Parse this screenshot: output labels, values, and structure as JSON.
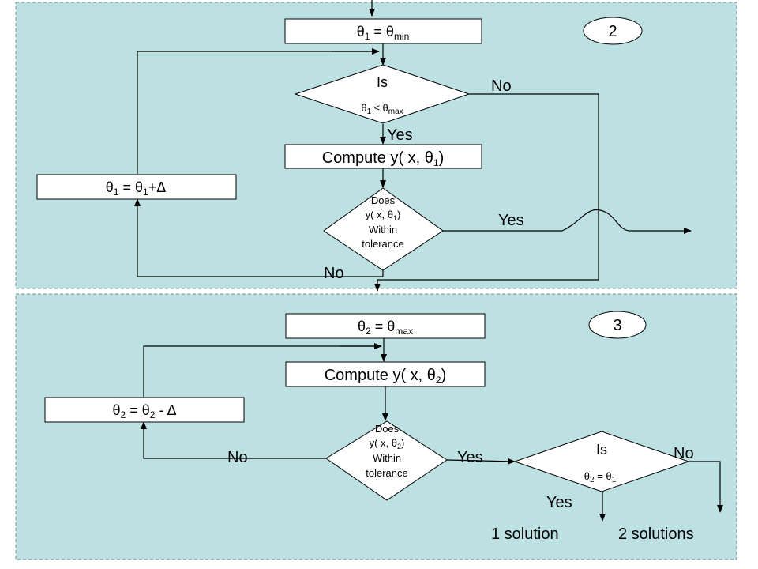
{
  "sections": [
    {
      "label": "2"
    },
    {
      "label": "3"
    }
  ],
  "section2": {
    "init": {
      "sym": "θ",
      "sub": "1",
      "op": " = ",
      "sym2": "θ",
      "sub2": "min"
    },
    "decision_is": {
      "line1": "Is",
      "sym": "θ",
      "sub": "1",
      "op": " ≤ ",
      "sym2": "θ",
      "sub2": "max"
    },
    "is_no": "No",
    "is_yes": "Yes",
    "compute": {
      "prefix": "Compute y( x, ",
      "sym": "θ",
      "sub": "1",
      "suffix": ")"
    },
    "increment": {
      "sym": "θ",
      "sub": "1",
      "op": " = ",
      "sym2": "θ",
      "sub2": "1",
      "suffix": "+Δ"
    },
    "tolerance": {
      "line1": "Does",
      "line2_prefix": "y( x, ",
      "sym": "θ",
      "sub": "1",
      "line2_suffix": ")",
      "line3": "Within",
      "line4": "tolerance"
    },
    "tol_yes": "Yes",
    "tol_no": "No"
  },
  "section3": {
    "init": {
      "sym": "θ",
      "sub": "2",
      "op": " = ",
      "sym2": "θ",
      "sub2": "max"
    },
    "compute": {
      "prefix": "Compute y( x, ",
      "sym": "θ",
      "sub": "2",
      "suffix": ")"
    },
    "decrement": {
      "sym": "θ",
      "sub": "2",
      "op": " = ",
      "sym2": "θ",
      "sub2": "2",
      "suffix": " - Δ"
    },
    "tolerance": {
      "line1": "Does",
      "line2_prefix": "y( x, ",
      "sym": "θ",
      "sub": "2",
      "line2_suffix": ")",
      "line3": "Within",
      "line4": "tolerance"
    },
    "tol_no": "No",
    "tol_yes": "Yes",
    "decision_equal": {
      "line1": "Is",
      "sym": "θ",
      "sub": "2",
      "op": " = ",
      "sym2": "θ",
      "sub2": "1"
    },
    "eq_no": "No",
    "eq_yes": "Yes",
    "one_solution": "1 solution",
    "two_solutions": "2 solutions"
  },
  "colors": {
    "panel": "#bde0e3",
    "panel_border": "#6f8c8e",
    "box": "#ffffff",
    "line": "#000000"
  }
}
